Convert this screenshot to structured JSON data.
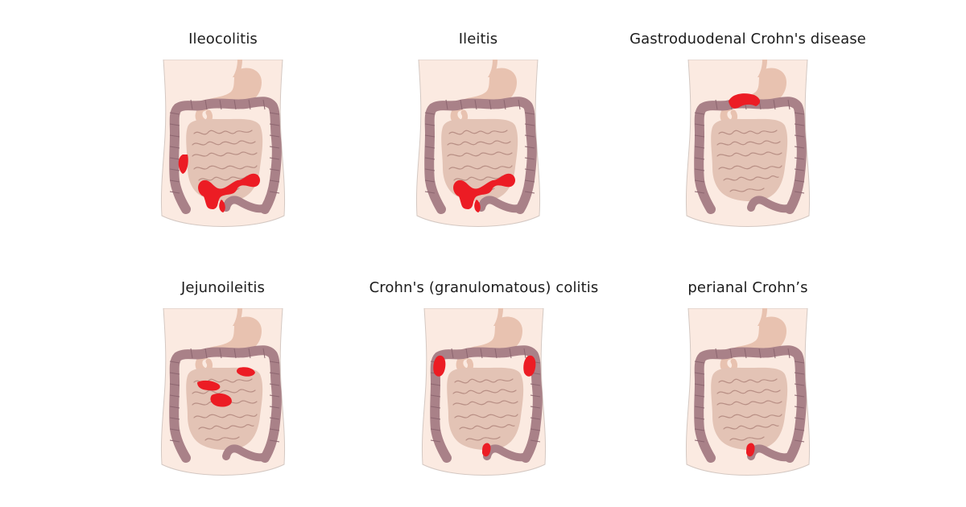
{
  "colors": {
    "body_fill": "#fbeae1",
    "body_outline": "#d4c8c2",
    "stomach": "#e8c2b0",
    "colon": "#a98188",
    "colon_dark": "#8d6670",
    "small_intestine": "#e3c3b5",
    "small_intestine_fold": "#b88f85",
    "inflammation": "#ec1c24"
  },
  "panels": [
    {
      "title": "Ileocolitis",
      "affected_regions": [
        "ascending-colon",
        "terminal-ileum"
      ]
    },
    {
      "title": "Ileitis",
      "affected_regions": [
        "terminal-ileum"
      ]
    },
    {
      "title": "Gastroduodenal Crohn's disease",
      "affected_regions": [
        "stomach-duodenum"
      ]
    },
    {
      "title": "Jejunoileitis",
      "affected_regions": [
        "jejunum",
        "ileum"
      ]
    },
    {
      "title": "Crohn's (granulomatous) colitis",
      "affected_regions": [
        "hepatic-flexure",
        "splenic-flexure",
        "rectum"
      ]
    },
    {
      "title": "perianal Crohn’s",
      "affected_regions": [
        "perianal"
      ]
    }
  ]
}
